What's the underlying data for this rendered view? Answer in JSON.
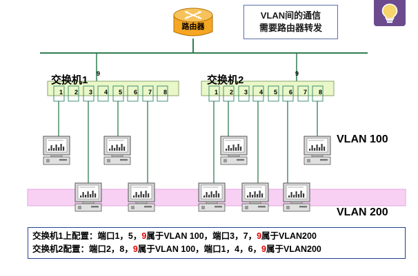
{
  "router": {
    "label": "路由器"
  },
  "note": {
    "line1": "VLAN间的通信",
    "line2": "需要路由器转发"
  },
  "switches": [
    {
      "title": "交换机1",
      "ports": [
        "1",
        "2",
        "3",
        "4",
        "5",
        "6",
        "7",
        "8"
      ],
      "uplink_port": "9"
    },
    {
      "title": "交换机2",
      "ports": [
        "1",
        "2",
        "3",
        "4",
        "5",
        "6",
        "7",
        "8"
      ],
      "uplink_port": "9"
    }
  ],
  "vlans": {
    "vlan100": "VLAN 100",
    "vlan200": "VLAN 200"
  },
  "config": {
    "line1": {
      "prefix": "交换机1上配置：端口1，5，",
      "red1": "9",
      "mid": "属于VLAN 100，端口3，7，",
      "red2": "9",
      "suffix": "属于VLAN200"
    },
    "line2": {
      "prefix": "交换机2配置：端口2，8，",
      "red1": "9",
      "mid": "属于VLAN 100，端口1，4，6，",
      "red2": "9",
      "suffix": "属于VLAN200"
    }
  },
  "colors": {
    "switch_fill": "#eaf7c8",
    "vlan200_band": "#f8d0f4",
    "router_body": "#f5a623",
    "router_top": "#f7c25b",
    "wire": "#2e7d4f",
    "bus": "#2e7d4f",
    "config_border": "#1f3f8f",
    "hint_bg": "#6b4b8d",
    "bulb": "#f6d66b"
  },
  "icons": {
    "hint": "lightbulb-icon",
    "router": "router-icon",
    "computer": "computer-icon"
  }
}
